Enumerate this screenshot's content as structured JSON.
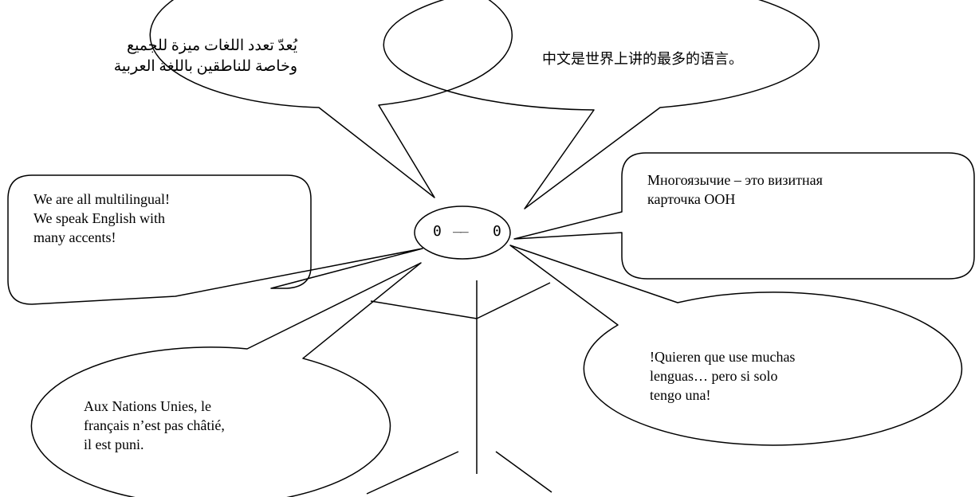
{
  "bubbles": {
    "arabic": {
      "lines": [
        "يُعدّ تعدد اللغات ميزة للجميع",
        "وخاصة للناطقين باللغة العربية"
      ]
    },
    "chinese": {
      "lines": [
        "中文是世界上讲的最多的语言。"
      ]
    },
    "english": {
      "lines": [
        "We are all multilingual!",
        "We speak English with",
        "many accents!"
      ]
    },
    "russian": {
      "lines": [
        "Многоязычие – это визитная",
        "карточка ООН"
      ]
    },
    "spanish": {
      "lines": [
        "!Quieren que use muchas",
        "lenguas… pero si solo",
        "tengo una!"
      ]
    },
    "french": {
      "lines": [
        "Aux Nations Unies, le",
        "français n’est pas châtié,",
        "il est puni."
      ]
    }
  },
  "face": {
    "left_eye": "0",
    "mouth": "__",
    "right_eye": "0"
  }
}
